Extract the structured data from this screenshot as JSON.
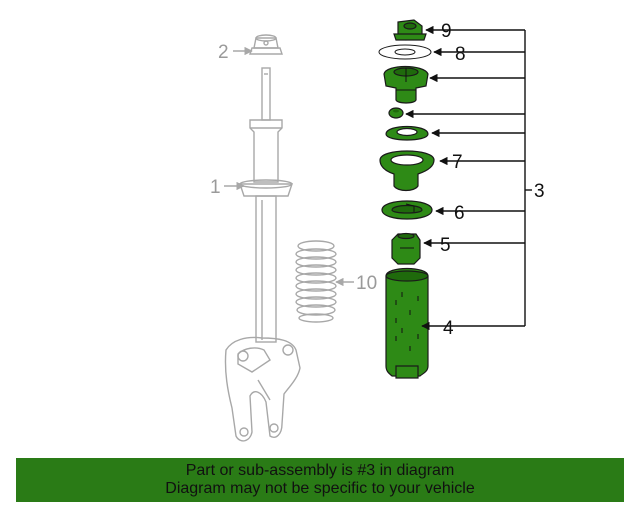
{
  "colors": {
    "part_highlight": "#2e8a16",
    "part_shade": "#1f6a0c",
    "banner_background": "#2a7b16",
    "ghost_lines": "#a8a8a8"
  },
  "callouts": {
    "c1": "1",
    "c2": "2",
    "c3": "3",
    "c4": "4",
    "c5": "5",
    "c6": "6",
    "c7": "7",
    "c8": "8",
    "c9": "9",
    "c10": "10"
  },
  "banner": {
    "line1": "Part or sub-assembly is #3 in diagram",
    "line2": "Diagram may not be specific to your vehicle"
  }
}
